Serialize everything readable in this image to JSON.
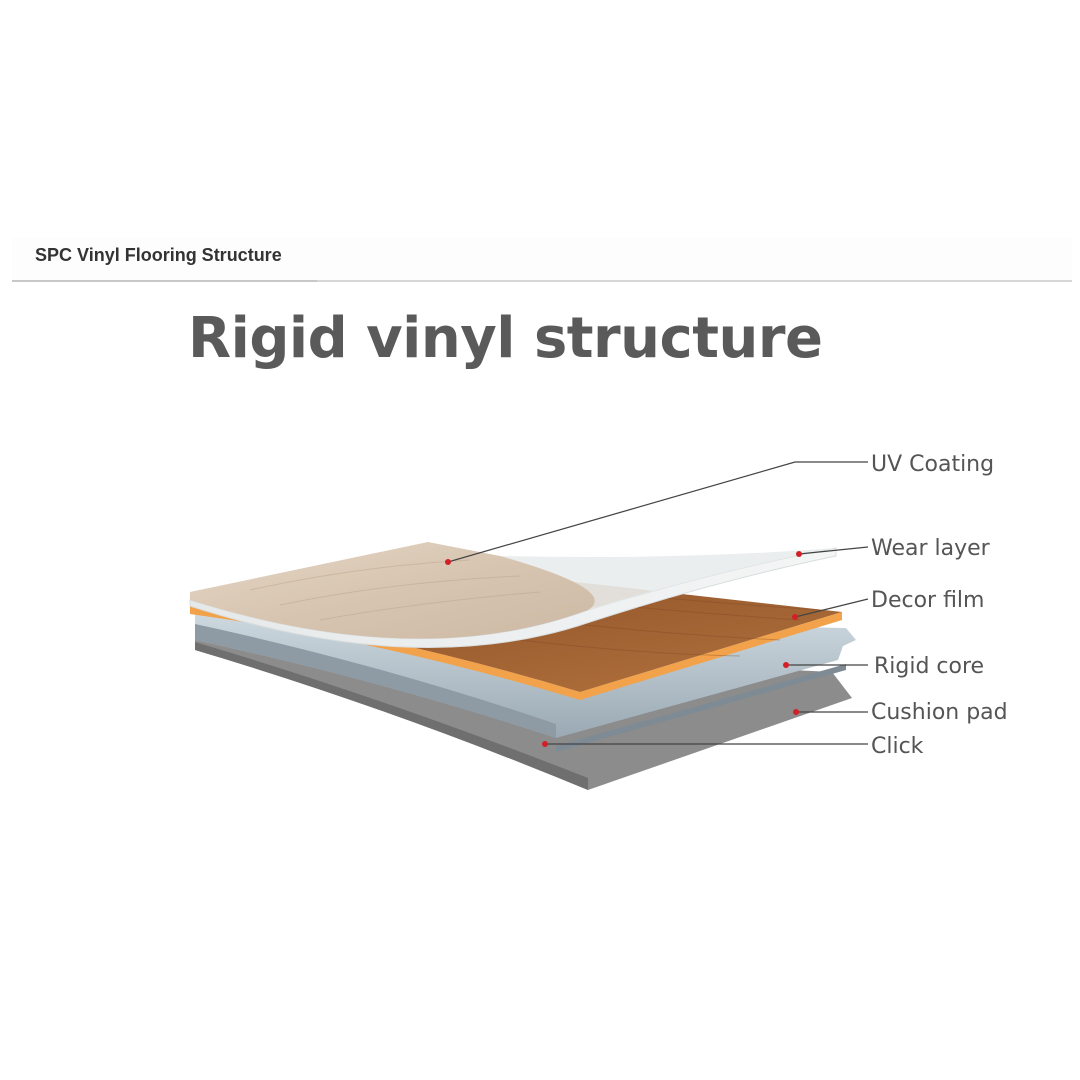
{
  "header": {
    "title": "SPC Vinyl Flooring Structure"
  },
  "diagram": {
    "title": "Rigid vinyl structure",
    "layers": [
      {
        "id": "uv-coating",
        "label": "UV Coating"
      },
      {
        "id": "wear-layer",
        "label": "Wear layer"
      },
      {
        "id": "decor-film",
        "label": "Decor film"
      },
      {
        "id": "rigid-core",
        "label": "Rigid core"
      },
      {
        "id": "cushion-pad",
        "label": "Cushion pad"
      },
      {
        "id": "click",
        "label": "Click"
      }
    ],
    "colors": {
      "marker": "#d32027",
      "leader_line": "#444444",
      "uv_coating": "#d9c8b5",
      "wear_layer": "#eef0f0",
      "decor_film": "#a86a3a",
      "decor_edge": "#f2a24a",
      "rigid_core": "#b4c2cc",
      "cushion_pad": "#8b8b8b"
    }
  }
}
